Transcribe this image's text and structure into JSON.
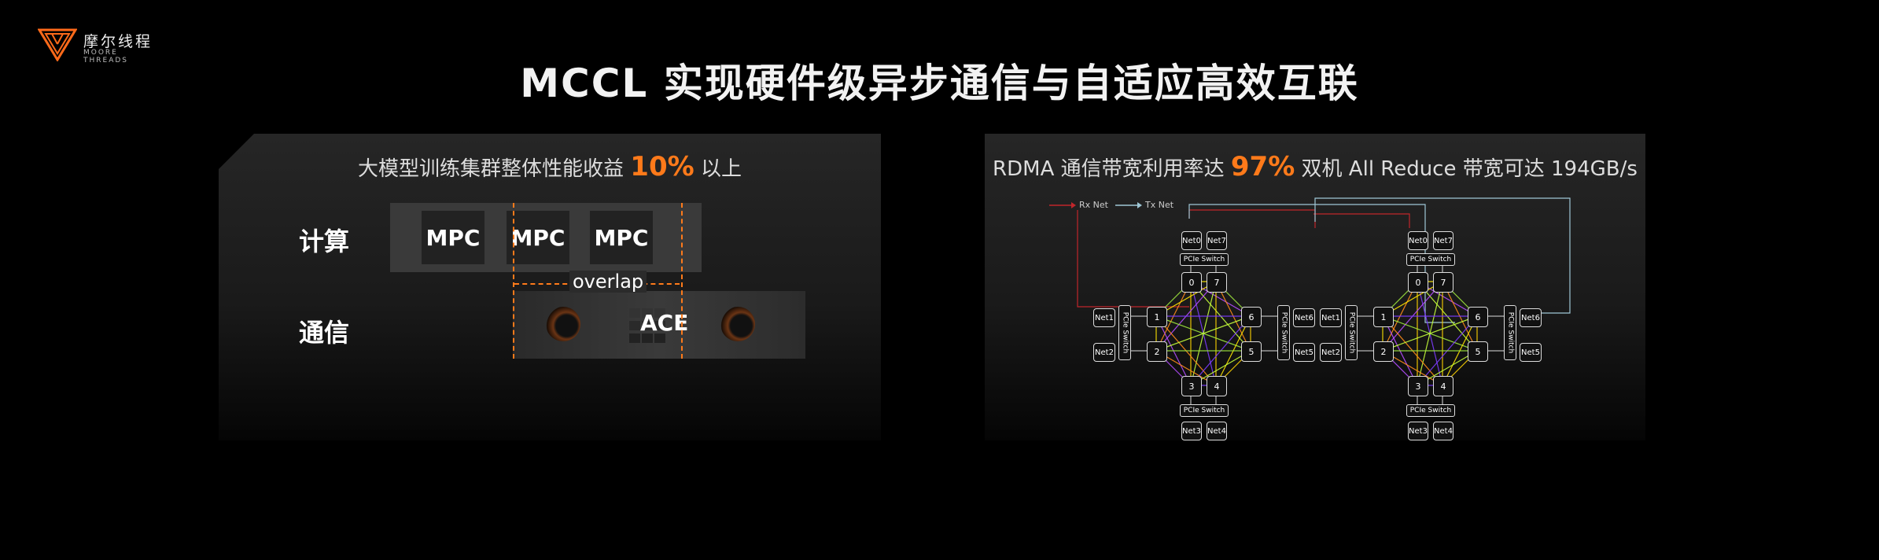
{
  "logo": {
    "name_cn": "摩尔线程",
    "name_en": "MOORE THREADS"
  },
  "title": "MCCL 实现硬件级异步通信与自适应高效互联",
  "left_panel": {
    "title_prefix": "大模型训练集群整体性能收益",
    "title_highlight": "10%",
    "title_suffix": "以上",
    "compute_label": "计算",
    "comm_label": "通信",
    "mpc_blocks": [
      "MPC",
      "MPC",
      "MPC"
    ],
    "overlap_label": "overlap",
    "ace_label": "ACE",
    "accent_color": "#ff7a1a"
  },
  "right_panel": {
    "title_prefix": "RDMA 通信带宽利用率达",
    "title_highlight": "97%",
    "title_suffix": "双机 All Reduce 带宽可达 194GB/s",
    "legend": {
      "rx": "Rx Net",
      "tx": "Tx Net"
    },
    "rx_color": "#c0262b",
    "tx_color": "#9fc7d6",
    "nodes": [
      {
        "top_nets": [
          "Net0",
          "Net7"
        ],
        "top_switch": "PCIe Switch",
        "left_nets": [
          "Net1",
          "Net2"
        ],
        "left_switch": "PCIe Switch",
        "right_nets": [
          "Net6",
          "Net5"
        ],
        "right_switch": "PCIe Switch",
        "bottom_switch": "PCIe Switch",
        "bottom_nets": [
          "Net3",
          "Net4"
        ],
        "gpus": [
          "0",
          "7",
          "1",
          "6",
          "2",
          "5",
          "3",
          "4"
        ]
      },
      {
        "top_nets": [
          "Net0",
          "Net7"
        ],
        "top_switch": "PCIe Switch",
        "left_nets": [
          "Net1",
          "Net2"
        ],
        "left_switch": "PCIe Switch",
        "right_nets": [
          "Net6",
          "Net5"
        ],
        "right_switch": "PCIe Switch",
        "bottom_switch": "PCIe Switch",
        "bottom_nets": [
          "Net3",
          "Net4"
        ],
        "gpus": [
          "0",
          "7",
          "1",
          "6",
          "2",
          "5",
          "3",
          "4"
        ]
      }
    ]
  }
}
